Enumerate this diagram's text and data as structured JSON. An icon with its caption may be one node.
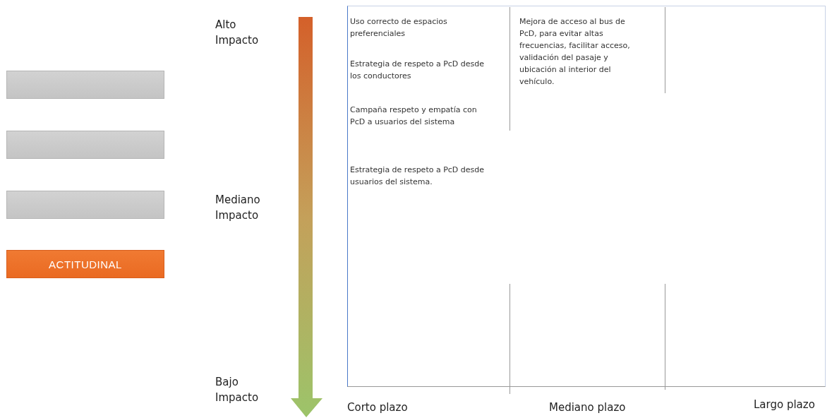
{
  "diagram": {
    "nodes": [
      {
        "text": [],
        "shape": "box"
      },
      {
        "text": [],
        "shape": "box"
      },
      {
        "text": [],
        "shape": "box"
      },
      {
        "text": [
          "ACTITUDINAL"
        ]
      }
    ],
    "labels": [
      "Alto Impacto",
      "Uso correcto de espacios preferenciales",
      "Mejora de acceso al bus de PcD, para evitar altas frecuencias, facilitar acceso, validación del pasaje y ubicación al interior del vehículo.",
      "Estrategia de respeto a PcD desde los conductores",
      "Campaña respeto y empatía con PcD a usuarios del sistema",
      "Estrategia de respeto a PcD desde usuarios del sistema.",
      "Mediano Impacto",
      "Bajo Impacto",
      "Corto plazo",
      "Mediano plazo",
      "Largo plazo"
    ]
  }
}
